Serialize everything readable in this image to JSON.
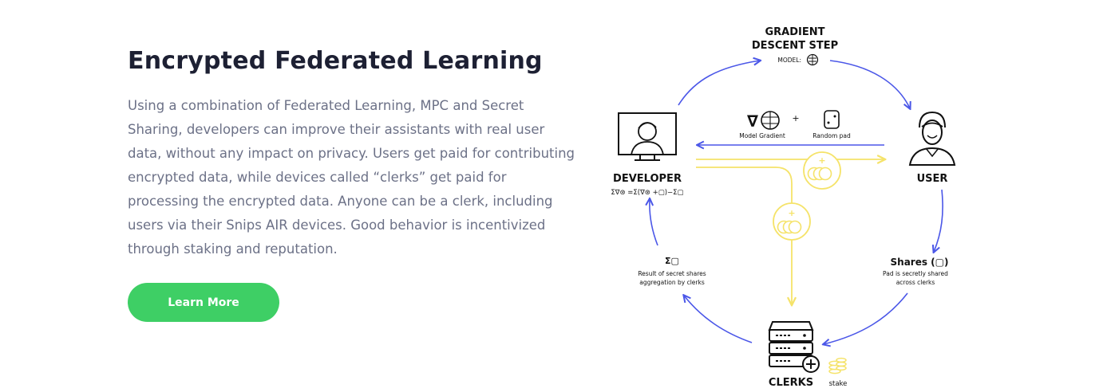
{
  "section": {
    "title": "Encrypted Federated Learning",
    "description": "Using a combination of Federated Learning, MPC and Secret Sharing, developers can improve their assistants with real user data, without any impact on privacy. Users get paid for contributing encrypted data, while devices called “clerks” get paid for processing the encrypted data. Anyone can be a clerk, including users via their Snips AIR devices. Good behavior is incentivized through staking and reputation.",
    "button_label": "Learn More"
  },
  "diagram": {
    "gradient_step": {
      "line1": "GRADIENT",
      "line2": "DESCENT STEP",
      "model_label": "MODEL:"
    },
    "developer": {
      "label": "DEVELOPER",
      "formula": "Σ∇⊛ =Σ(∇⊛ +▢)−Σ▢"
    },
    "user": {
      "label": "USER"
    },
    "transfer": {
      "plus": "+",
      "model_gradient": "Model Gradient",
      "random_pad": "Random pad"
    },
    "shares": {
      "title": "Shares (▢)",
      "line1": "Pad is secretly shared",
      "line2": "across clerks"
    },
    "result": {
      "symbol": "Σ▢",
      "line1": "Result of secret shares",
      "line2": "aggregation by clerks"
    },
    "clerks": {
      "label": "CLERKS",
      "stake": "stake"
    },
    "coin_plus": "+",
    "colors": {
      "blue": "#4b57e8",
      "yellow": "#f5e36a",
      "green": "#3ecf65",
      "heading": "#1d2033",
      "body": "#6c7187"
    }
  }
}
